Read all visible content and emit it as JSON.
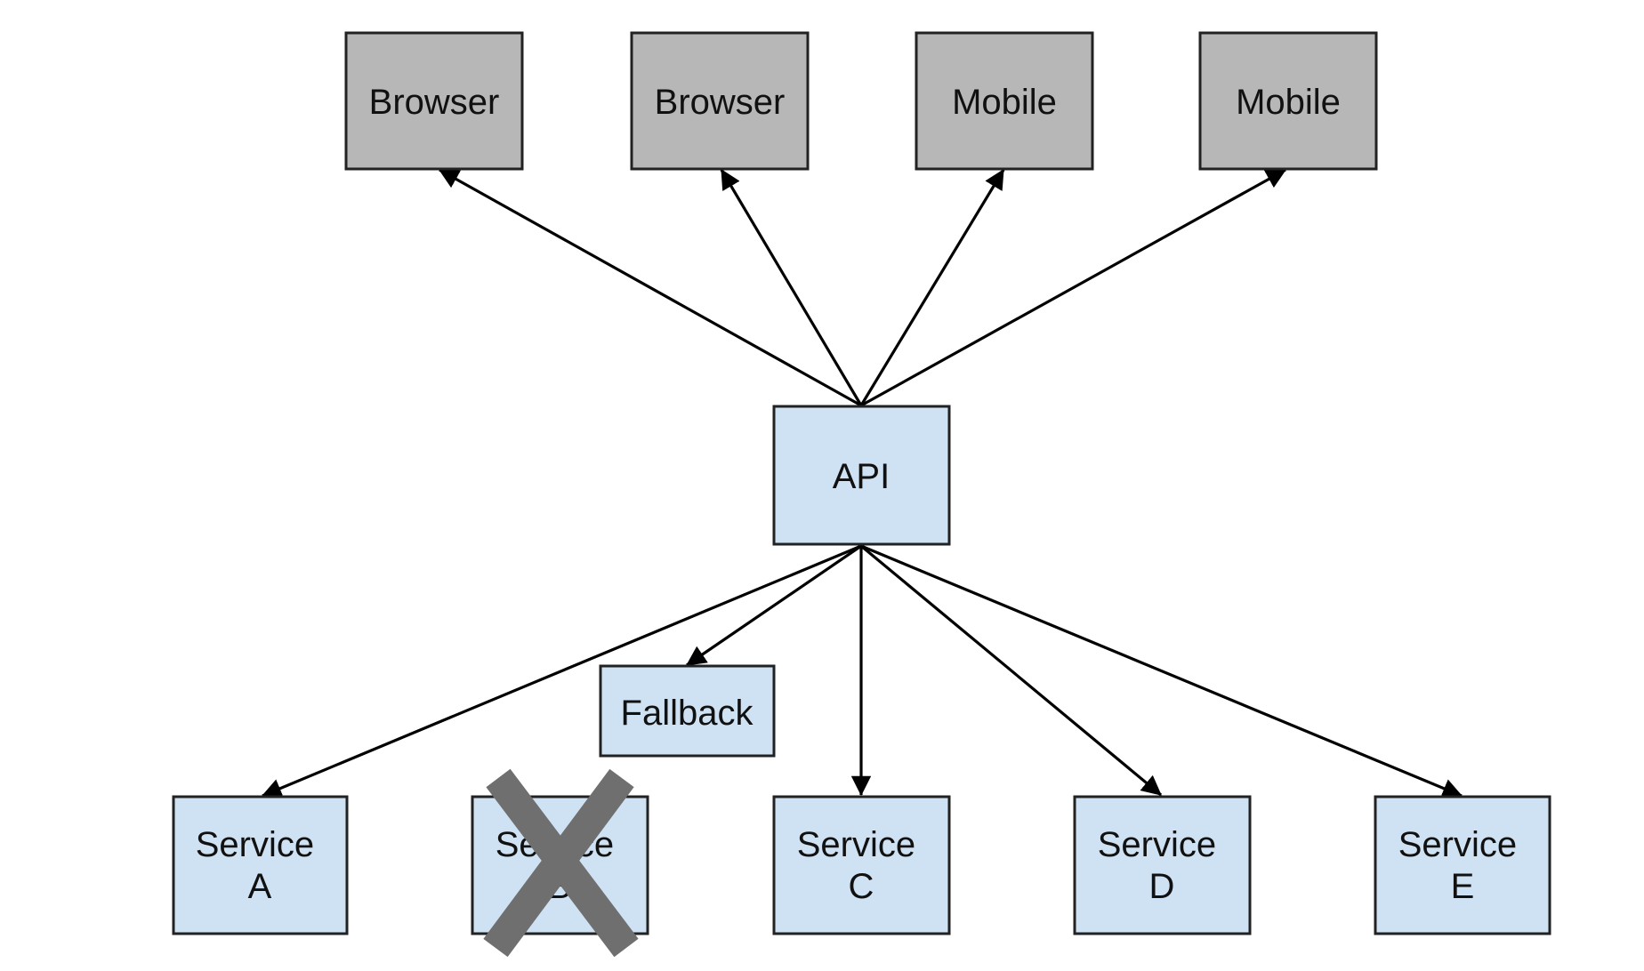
{
  "nodes": {
    "browser_1": {
      "lines": [
        "Browser"
      ],
      "kind": "client"
    },
    "browser_2": {
      "lines": [
        "Browser"
      ],
      "kind": "client"
    },
    "mobile_1": {
      "lines": [
        "Mobile"
      ],
      "kind": "client"
    },
    "mobile_2": {
      "lines": [
        "Mobile"
      ],
      "kind": "client"
    },
    "api": {
      "lines": [
        "API"
      ],
      "kind": "service"
    },
    "fallback": {
      "lines": [
        "Fallback"
      ],
      "kind": "service"
    },
    "service_a": {
      "lines": [
        "Service",
        "A"
      ],
      "kind": "service"
    },
    "service_b": {
      "lines": [
        "Service",
        "B"
      ],
      "kind": "service",
      "failed": true
    },
    "service_c": {
      "lines": [
        "Service",
        "C"
      ],
      "kind": "service"
    },
    "service_d": {
      "lines": [
        "Service",
        "D"
      ],
      "kind": "service"
    },
    "service_e": {
      "lines": [
        "Service",
        "E"
      ],
      "kind": "service"
    }
  },
  "edges": [
    {
      "from": "api",
      "to": "browser_1"
    },
    {
      "from": "api",
      "to": "browser_2"
    },
    {
      "from": "api",
      "to": "mobile_1"
    },
    {
      "from": "api",
      "to": "mobile_2"
    },
    {
      "from": "api",
      "to": "fallback"
    },
    {
      "from": "api",
      "to": "service_a"
    },
    {
      "from": "api",
      "to": "service_c"
    },
    {
      "from": "api",
      "to": "service_d"
    },
    {
      "from": "api",
      "to": "service_e"
    }
  ],
  "colors": {
    "client_fill": "#b7b7b7",
    "service_fill": "#cfe2f3",
    "border": "#222222",
    "arrow": "#000000",
    "failure_mark": "#6f6f6f"
  }
}
